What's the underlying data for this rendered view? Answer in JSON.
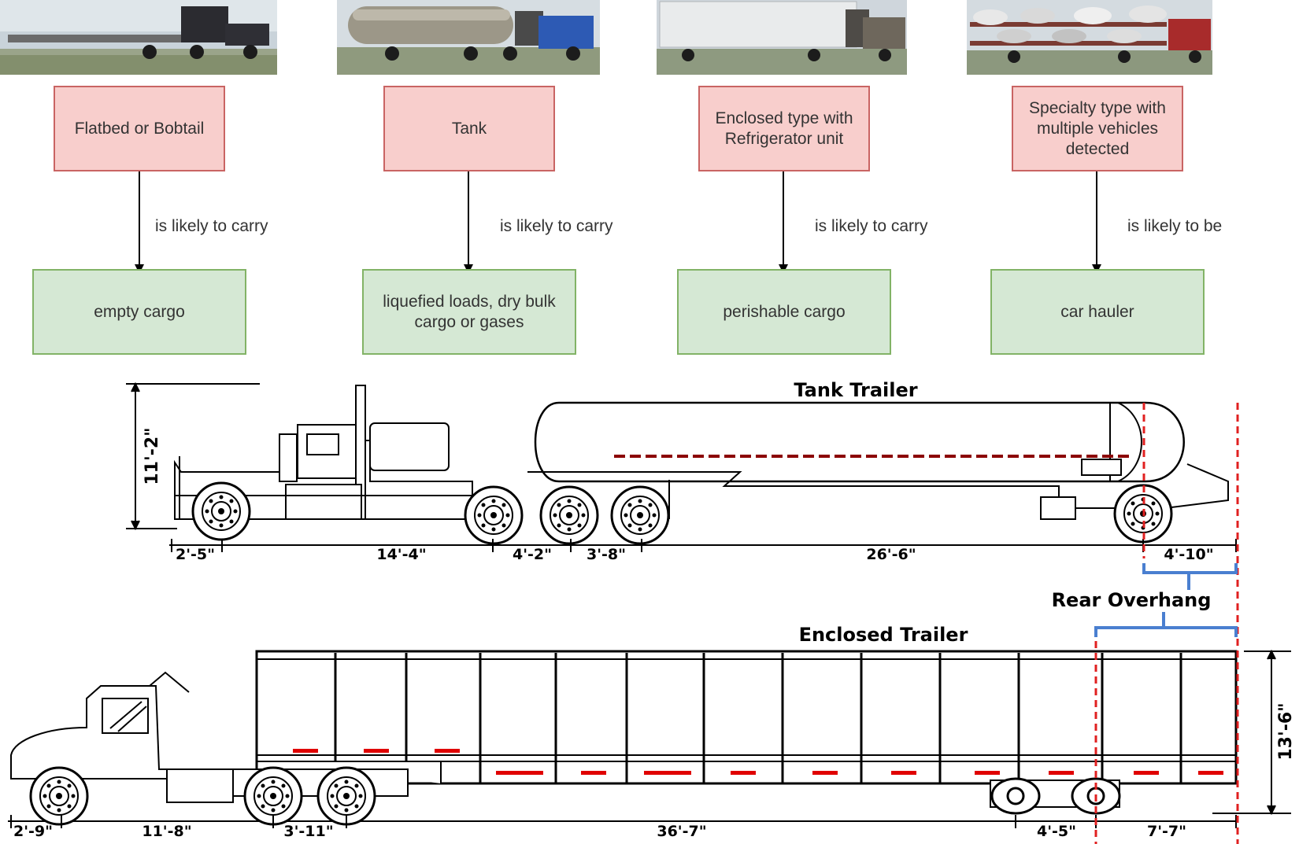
{
  "types": [
    {
      "type_label": "Flatbed or Bobtail",
      "relation": "is likely to carry",
      "cargo": "empty cargo",
      "photo_icon": "flatbed-truck-photo"
    },
    {
      "type_label": "Tank",
      "relation": "is likely to carry",
      "cargo": "liquefied loads, dry bulk cargo or gases",
      "photo_icon": "tank-truck-photo"
    },
    {
      "type_label": "Enclosed type with Refrigerator unit",
      "relation": "is likely to carry",
      "cargo": "perishable cargo",
      "photo_icon": "reefer-truck-photo"
    },
    {
      "type_label": "Specialty type with multiple vehicles detected",
      "relation": "is likely to be",
      "cargo": "car hauler",
      "photo_icon": "car-hauler-photo"
    }
  ],
  "tank_trailer": {
    "title": "Tank Trailer",
    "height": "11'-2\"",
    "dims": [
      "2'-5\"",
      "14'-4\"",
      "4'-2\"",
      "3'-8\"",
      "26'-6\"",
      "4'-10\""
    ]
  },
  "rear_overhang": "Rear Overhang",
  "enclosed_trailer": {
    "title": "Enclosed Trailer",
    "height": "13'-6\"",
    "dims": [
      "2'-9\"",
      "11'-8\"",
      "3'-11\"",
      "36'-7\"",
      "4'-5\"",
      "7'-7\""
    ]
  },
  "colors": {
    "type_fill": "#f8cecc",
    "type_border": "#c96463",
    "cargo_fill": "#d5e8d4",
    "cargo_border": "#82b366",
    "overhang_bracket": "#4a7fd0",
    "overhang_line": "#e02020"
  }
}
